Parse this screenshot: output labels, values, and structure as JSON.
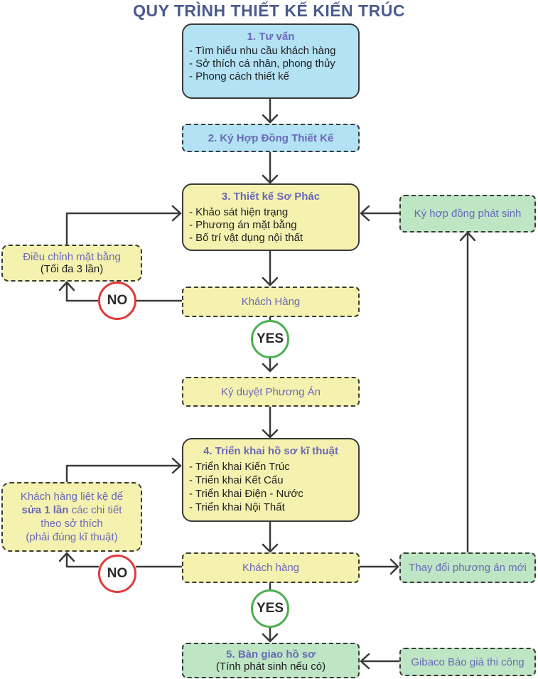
{
  "title": "QUY TRÌNH THIẾT KẾ KIẾN TRÚC",
  "step1": {
    "title": "1. Tư vấn",
    "items": [
      "- Tìm hiểu nhu cầu khách hàng",
      "- Sở thích cá nhân, phong thủy",
      "- Phong cách thiết kế"
    ]
  },
  "step2": {
    "title": "2. Ký Hợp Đồng Thiết Kế"
  },
  "step3": {
    "title": "3. Thiết kế Sơ Phác",
    "items": [
      "- Khảo sát hiện trạng",
      "- Phương án mặt bằng",
      "- Bố trí vật dụng nội thất"
    ]
  },
  "adjust_plan": {
    "line1": "Điều chỉnh mặt bằng",
    "line2": "(Tối đa 3 lần)"
  },
  "customer_check_1": "Khách Hàng",
  "no_label": "NO",
  "yes_label": "YES",
  "approve_plan": "Ký duyệt Phương Án",
  "step4": {
    "title": "4. Triển khai hồ sơ kĩ thuật",
    "items": [
      "- Triển khai Kiến Trúc",
      "- Triển khai Kết Cấu",
      "- Triển khai Điện - Nước",
      "- Triển khai Nội Thất"
    ]
  },
  "customer_edit": {
    "line1": "Khách hàng liệt kệ để",
    "bold_part": "sửa 1 lần",
    "line2_rest": " các chi tiết",
    "line3": "theo sở thích",
    "line4": "(phải đúng kĩ thuật)"
  },
  "customer_check_2": "Khách hàng",
  "change_plan": "Thay đổi phương án mới",
  "extra_contract": "Ký hợp đồng phát sinh",
  "step5": {
    "title": "5. Bàn giao hồ sơ",
    "subtitle": "(Tính phát sinh nếu có)"
  },
  "gibaco_quote": "Gibaco Báo giá thi công",
  "colors": {
    "title": "#4a5b8c",
    "accent_text": "#6a69b8",
    "blue_box": "#b2e2f4",
    "yellow_box": "#f5f2b0",
    "green_box": "#bfe6c4",
    "no_ring": "#e03a3a",
    "yes_ring": "#4caf50",
    "arrow": "#3a3a3a"
  }
}
